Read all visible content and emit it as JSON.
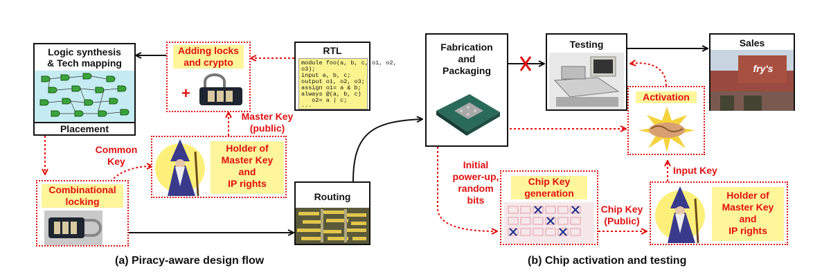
{
  "panel_a": {
    "logic_synthesis": {
      "line1": "Logic synthesis",
      "line2": "& Tech mapping"
    },
    "placement": "Placement",
    "adding_locks": {
      "line1": "Adding locks",
      "line2": "and crypto"
    },
    "plus": "+",
    "rtl": {
      "title": "RTL",
      "code": [
        "module foo(a, b, c, o1, o2,",
        "o3);",
        "input a, b, c;",
        "output o1, o2, o3;",
        "assign o1= a & b;",
        "always @(a, b, c)",
        "   o2= a | c;",
        "..."
      ]
    },
    "master_key_public": {
      "line1": "Master Key",
      "line2": "(public)"
    },
    "common_key": {
      "line1": "Common",
      "line2": "Key"
    },
    "holder": {
      "line1": "Holder of",
      "line2": "Master Key",
      "line3": "and",
      "line4": "IP rights"
    },
    "combinational": {
      "line1": "Combinational",
      "line2": "locking"
    },
    "routing": "Routing",
    "caption": "(a) Piracy-aware design flow"
  },
  "panel_b": {
    "fabrication": {
      "line1": "Fabrication",
      "line2": "and",
      "line3": "Packaging"
    },
    "testing": "Testing",
    "sales": "Sales",
    "store_sign": "fry's",
    "activation": "Activation",
    "initial": {
      "line1": "Initial",
      "line2": "power-up,",
      "line3": "random",
      "line4": "bits"
    },
    "chip_key_gen": {
      "line1": "Chip Key",
      "line2": "generation"
    },
    "chip_key_public": {
      "line1": "Chip Key",
      "line2": "(Public)"
    },
    "input_key": "Input Key",
    "holder": {
      "line1": "Holder of",
      "line2": "Master Key",
      "line3": "and",
      "line4": "IP rights"
    },
    "caption": "(b) Chip activation and testing"
  },
  "colors": {
    "red": "#e01010",
    "yellow": "#fff59a",
    "black": "#111111"
  }
}
